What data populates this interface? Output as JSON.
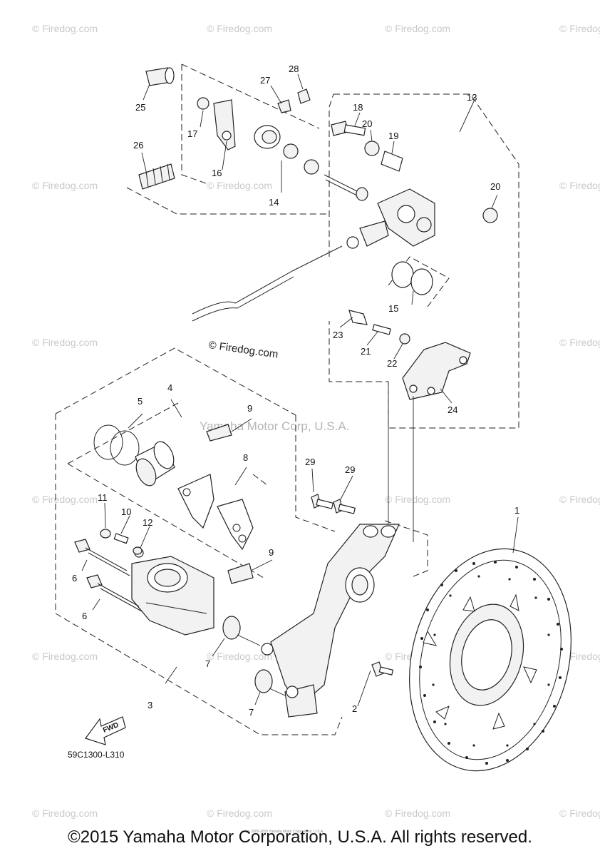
{
  "watermark": "© Firedog.com",
  "watermark_center": "© Firedog.com",
  "watermark_ymc": "Yamaha Motor Corp, U.S.A.",
  "part_code": "59C1300-L310",
  "fwd_label": "FWD",
  "footer": "©2015 Yamaha Motor Corporation, U.S.A. All rights reserved.",
  "fine_print": "(c) 2005-2015 Yamaha Motor Corporation, U.S.A.",
  "callouts": [
    "1",
    "2",
    "3",
    "4",
    "5",
    "6",
    "6",
    "7",
    "7",
    "8",
    "9",
    "9",
    "10",
    "11",
    "12",
    "13",
    "14",
    "15",
    "16",
    "17",
    "18",
    "19",
    "20",
    "20",
    "21",
    "22",
    "23",
    "24",
    "25",
    "26",
    "27",
    "28",
    "29",
    "29"
  ]
}
